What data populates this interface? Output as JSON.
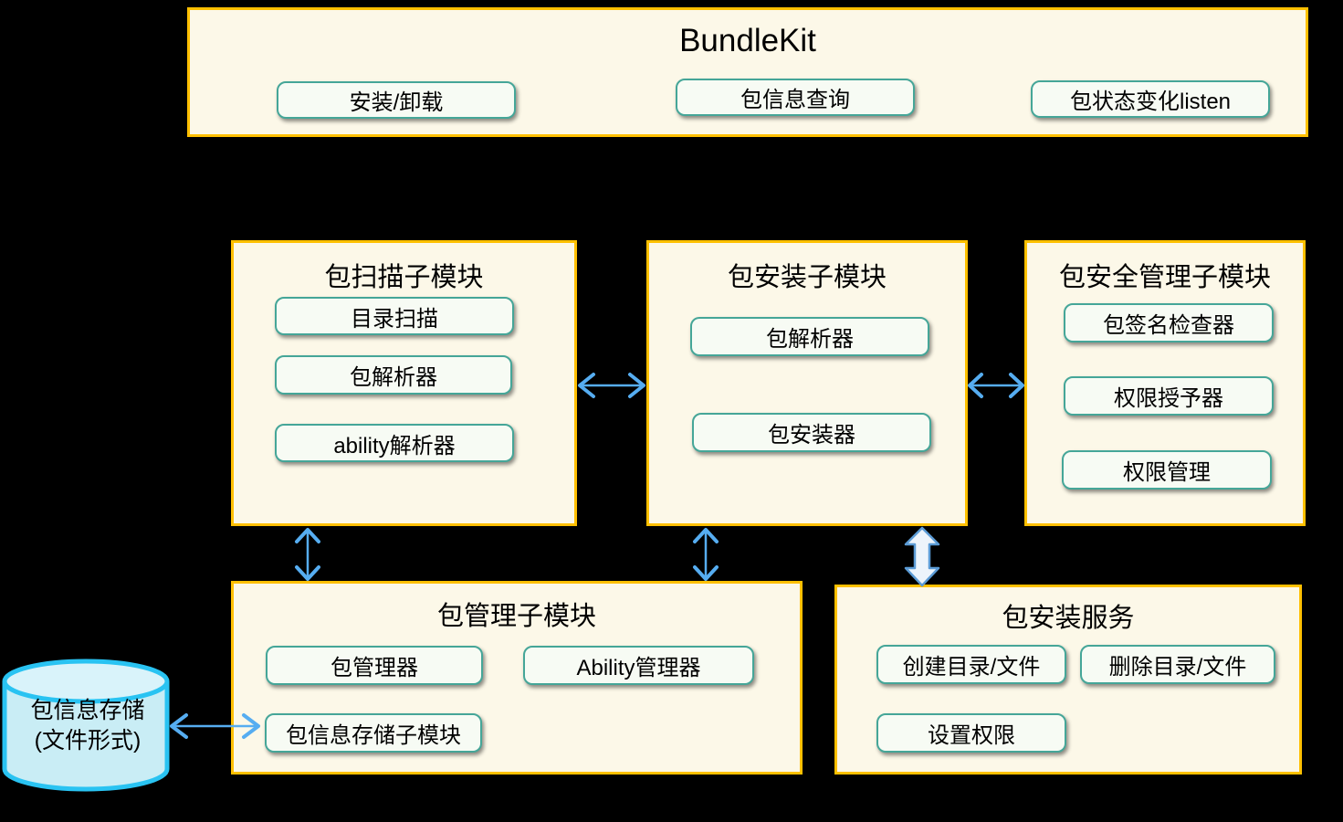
{
  "colors": {
    "canvas_bg": "#000000",
    "panel_fill": "#FCF8E8",
    "panel_border": "#FFC000",
    "chip_fill": "#F7FBF4",
    "chip_border": "#45A698",
    "arrow_blue": "#56ADF1",
    "block_arrow_fill": "#EDF4FB",
    "block_arrow_stroke": "#5B9BD5",
    "cylinder_fill": "#C9EDF5",
    "cylinder_top_fill": "#D9F3FA",
    "cylinder_stroke": "#29C3F2"
  },
  "bundlekit": {
    "title": "BundleKit",
    "buttons": [
      "安装/卸载",
      "包信息查询",
      "包状态变化listen"
    ]
  },
  "modules": {
    "scan": {
      "title": "包扫描子模块",
      "buttons": [
        "目录扫描",
        "包解析器",
        "ability解析器"
      ]
    },
    "install": {
      "title": "包安装子模块",
      "buttons": [
        "包解析器",
        "包安装器"
      ]
    },
    "security": {
      "title": "包安全管理子模块",
      "buttons": [
        "包签名检查器",
        "权限授予器",
        "权限管理"
      ]
    },
    "manager": {
      "title": "包管理子模块",
      "buttons": [
        "包管理器",
        "Ability管理器",
        "包信息存储子模块"
      ]
    },
    "service": {
      "title": "包安装服务",
      "buttons": [
        "创建目录/文件",
        "删除目录/文件",
        "设置权限"
      ]
    }
  },
  "storage": {
    "line1": "包信息存储",
    "line2": "(文件形式)"
  },
  "connections": [
    {
      "from": "包扫描子模块",
      "to": "包安装子模块",
      "type": "thin-double-arrow-horizontal"
    },
    {
      "from": "包安装子模块",
      "to": "包安全管理子模块",
      "type": "thin-double-arrow-horizontal"
    },
    {
      "from": "包扫描子模块",
      "to": "包管理子模块",
      "type": "thin-double-arrow-vertical"
    },
    {
      "from": "包安装子模块",
      "to": "包管理子模块",
      "type": "thin-double-arrow-vertical"
    },
    {
      "from": "包安装子模块",
      "to": "包安装服务",
      "type": "block-double-arrow-vertical"
    },
    {
      "from": "包信息存储(文件形式)",
      "to": "包信息存储子模块",
      "type": "thin-double-arrow-horizontal"
    }
  ]
}
